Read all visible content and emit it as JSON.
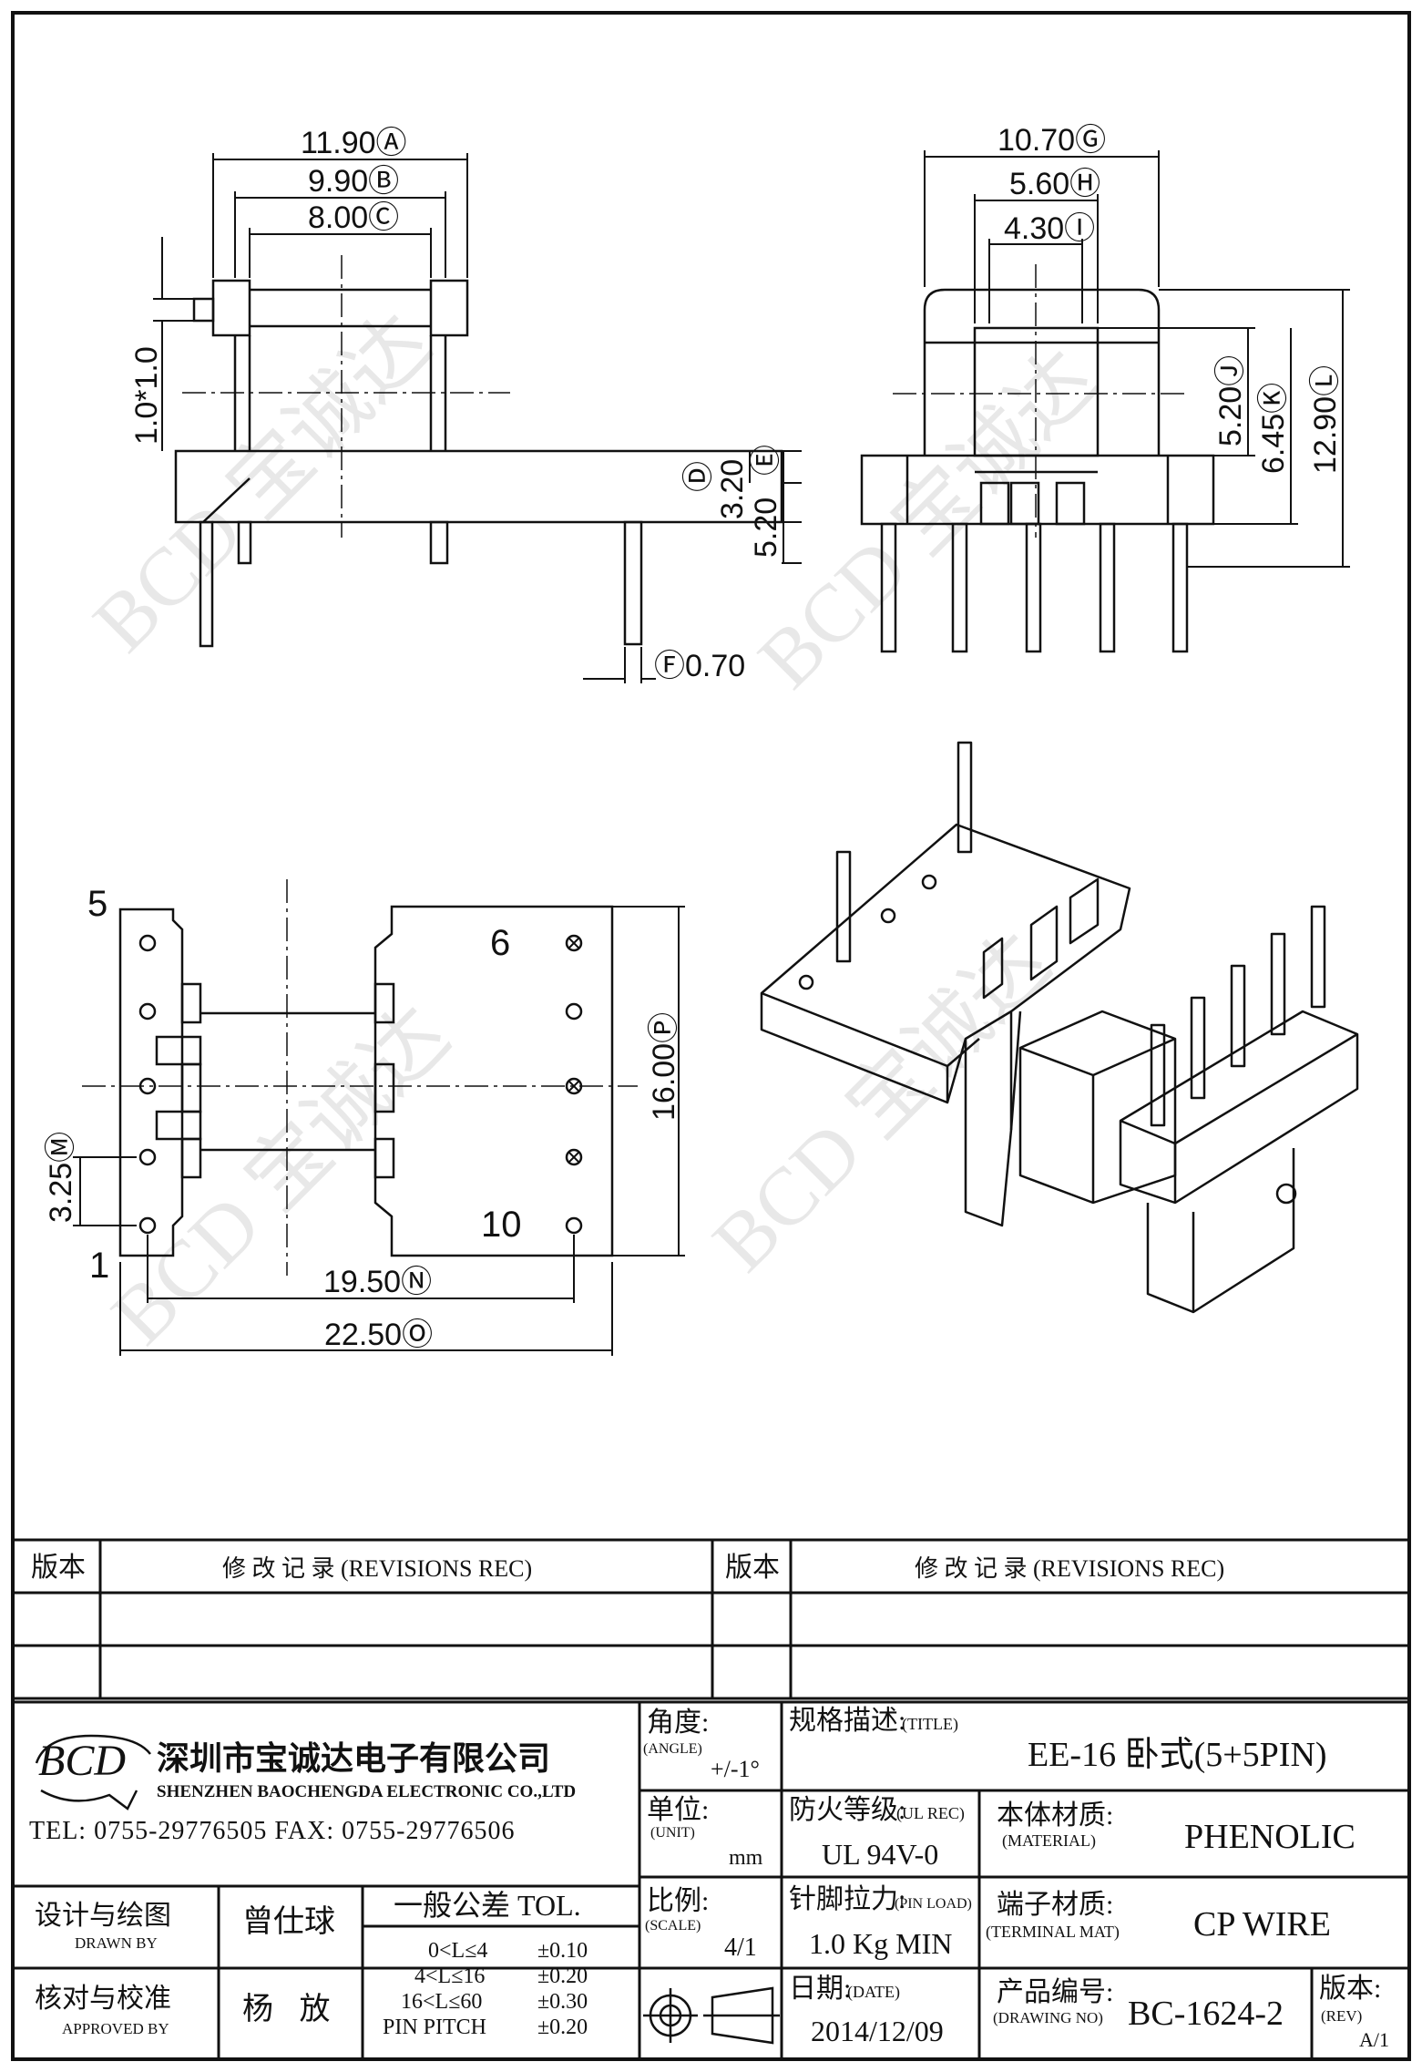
{
  "top_left_view": {
    "dim_a": "11.90Ⓐ",
    "dim_b": "9.90Ⓑ",
    "dim_c": "8.00Ⓒ",
    "dim_pin_bend": "1.0*1.0",
    "dim_d_tag": "Ⓓ",
    "dim_d": "3.20",
    "dim_e_tag": "Ⓔ",
    "dim_e": "5.20",
    "dim_f": "Ⓕ0.70"
  },
  "top_right_view": {
    "dim_g": "10.70Ⓖ",
    "dim_h": "5.60Ⓗ",
    "dim_i": "4.30Ⓘ",
    "dim_j": "5.20Ⓙ",
    "dim_k": "6.45Ⓚ",
    "dim_l": "12.90Ⓛ"
  },
  "bottom_view": {
    "pin_5": "5",
    "pin_1": "1",
    "pin_6": "6",
    "pin_10": "10",
    "dim_m": "3.25Ⓜ",
    "dim_n": "19.50Ⓝ",
    "dim_o": "22.50Ⓞ",
    "dim_p": "16.00Ⓟ"
  },
  "watermark": "BCD 宝诚达",
  "revisions": {
    "col_version": "版本",
    "col_record": "修 改 记 录 (REVISIONS REC)"
  },
  "company": {
    "logo": "BCD",
    "name_cn": "深圳市宝诚达电子有限公司",
    "name_en": "SHENZHEN BAOCHENGDA ELECTRONIC CO.,LTD",
    "contact": "TEL: 0755-29776505 FAX: 0755-29776506"
  },
  "title_block": {
    "angle_label": "角度:",
    "angle_en": "(ANGLE)",
    "angle_value": "+/-1°",
    "title_label": "规格描述:",
    "title_en": "(TITLE)",
    "title_value": "EE-16 卧式(5+5PIN)",
    "unit_label": "单位:",
    "unit_en": "(UNIT)",
    "unit_value": "mm",
    "ul_label": "防火等级:",
    "ul_en": "(UL REC)",
    "ul_value": "UL 94V-0",
    "material_label": "本体材质:",
    "material_en": "(MATERIAL)",
    "material_value": "PHENOLIC",
    "scale_label": "比例:",
    "scale_en": "(SCALE)",
    "scale_value": "4/1",
    "pinload_label": "针脚拉力:",
    "pinload_en": "(PIN LOAD)",
    "pinload_value": "1.0 Kg MIN",
    "terminal_label": "端子材质:",
    "terminal_en": "(TERMINAL MAT)",
    "terminal_value": "CP WIRE",
    "date_label": "日期:",
    "date_en": "(DATE)",
    "date_value": "2014/12/09",
    "drawing_label": "产品编号:",
    "drawing_en": "(DRAWING NO)",
    "drawing_value": "BC-1624-2",
    "rev_label": "版本:",
    "rev_en": "(REV)",
    "rev_value": "A/1",
    "drawn_label": "设计与绘图",
    "drawn_en": "DRAWN BY",
    "drawn_value": "曾仕球",
    "approved_label": "核对与校准",
    "approved_en": "APPROVED BY",
    "approved_value": "杨 放",
    "tol_title": "一般公差 TOL.",
    "tol_rows": [
      {
        "range": "0<L≤4",
        "tol": "±0.10"
      },
      {
        "range": "4<L≤16",
        "tol": "±0.20"
      },
      {
        "range": "16<L≤60",
        "tol": "±0.30"
      },
      {
        "range": "PIN PITCH",
        "tol": "±0.20"
      }
    ]
  }
}
